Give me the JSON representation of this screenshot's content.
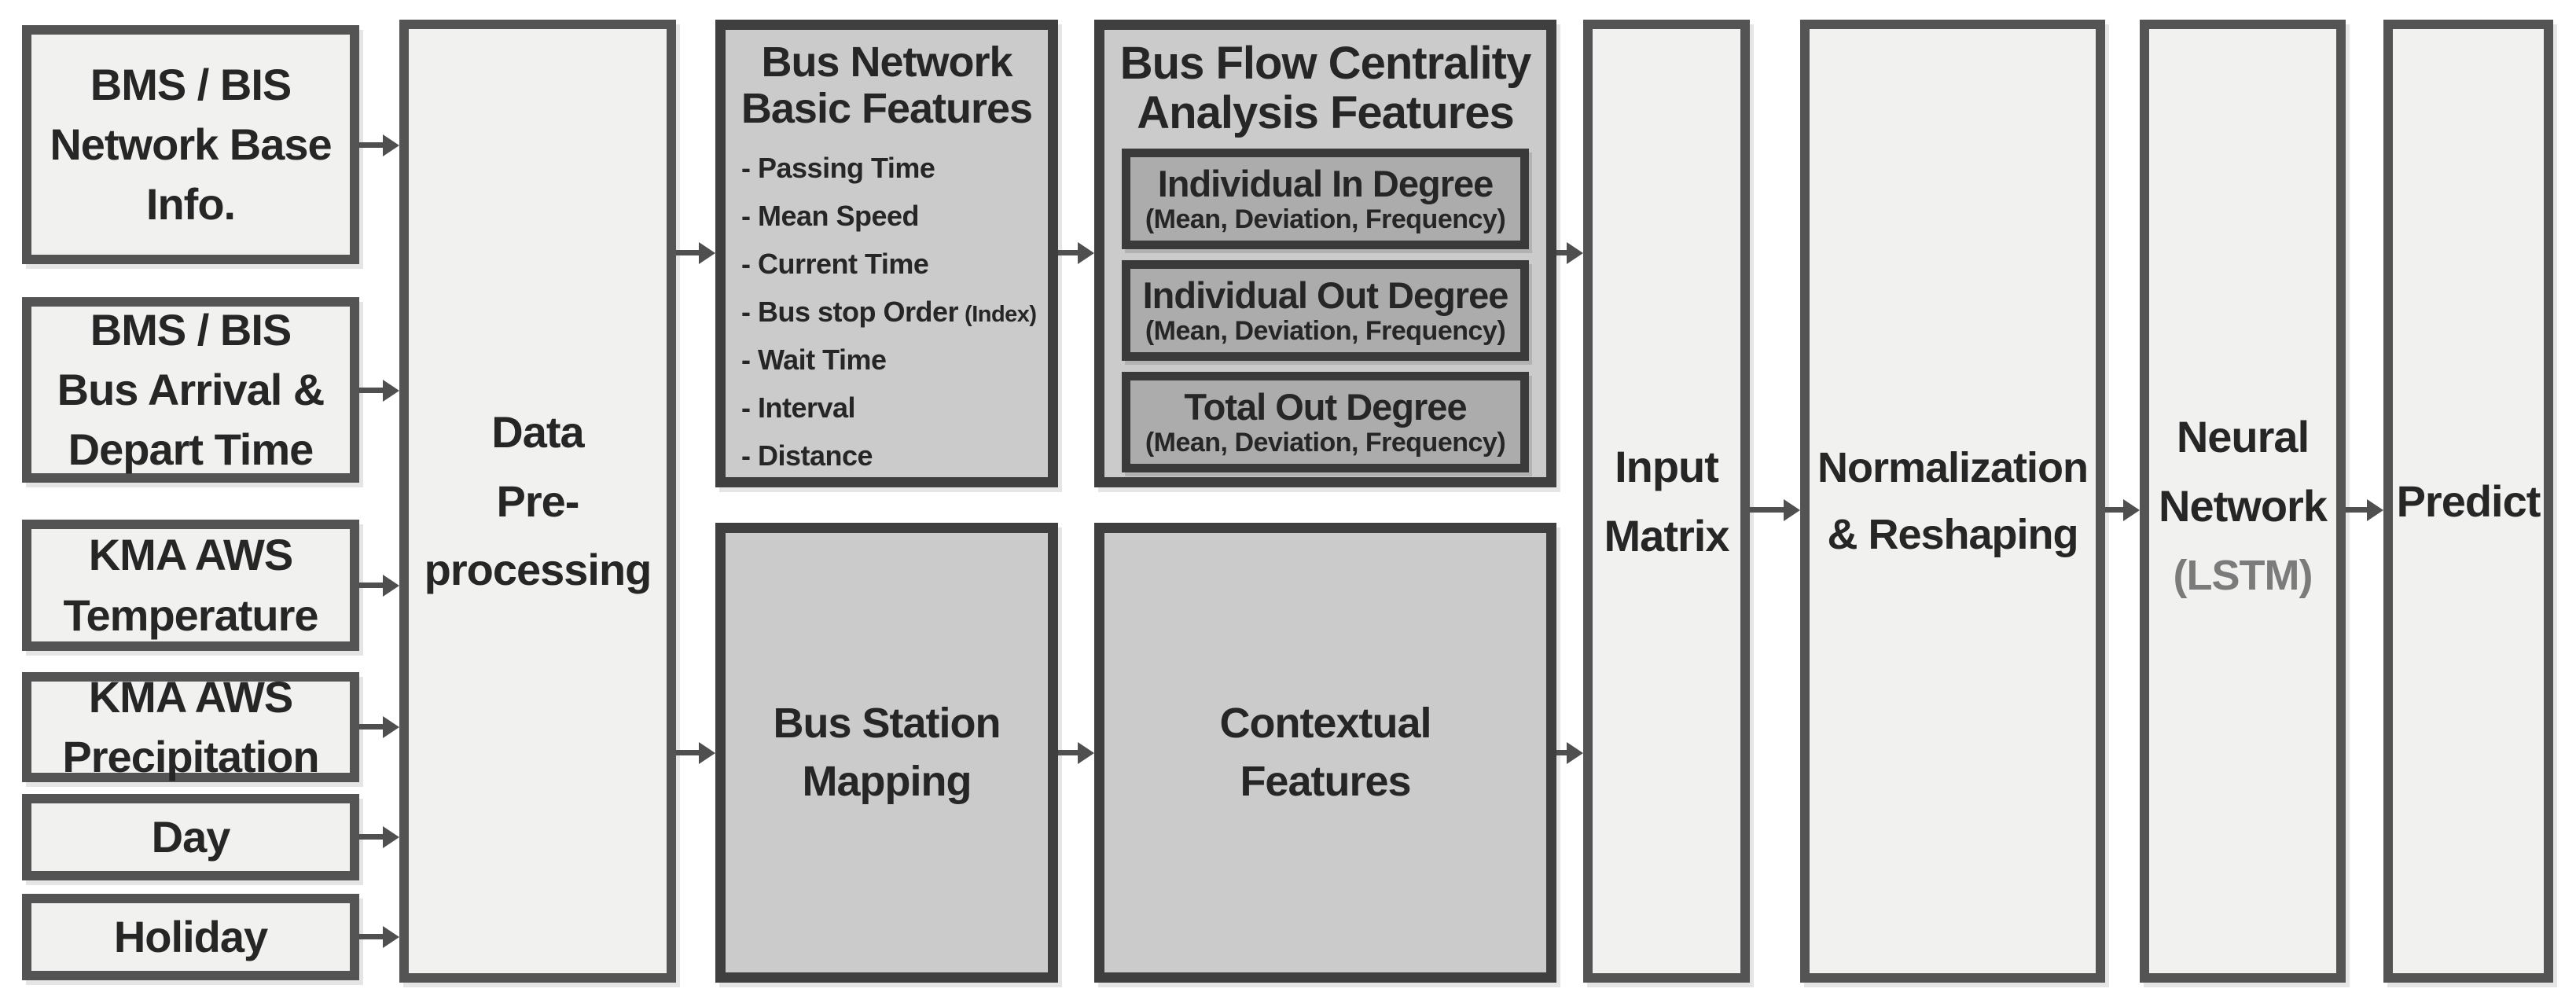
{
  "figure": {
    "inputs": [
      {
        "label": "BMS / BIS\nNetwork Base\nInfo."
      },
      {
        "label": "BMS / BIS\nBus Arrival &\nDepart Time"
      },
      {
        "label": "KMA AWS\nTemperature"
      },
      {
        "label": "KMA AWS\nPrecipitation"
      },
      {
        "label": "Day"
      },
      {
        "label": "Holiday"
      }
    ],
    "preprocessing": {
      "label": "Data\nPre-\nprocessing"
    },
    "basic_features": {
      "title": "Bus Network\nBasic Features",
      "items": [
        {
          "text": "- Passing Time",
          "note": ""
        },
        {
          "text": "- Mean Speed",
          "note": ""
        },
        {
          "text": "- Current Time",
          "note": ""
        },
        {
          "text": "- Bus stop Order",
          "note": "(Index)"
        },
        {
          "text": "- Wait Time",
          "note": ""
        },
        {
          "text": "- Interval",
          "note": ""
        },
        {
          "text": "- Distance",
          "note": ""
        }
      ]
    },
    "station_mapping": {
      "label": "Bus Station\nMapping"
    },
    "centrality": {
      "title": "Bus Flow Centrality\nAnalysis Features",
      "boxes": [
        {
          "title": "Individual In Degree",
          "detail": "(Mean, Deviation, Frequency)"
        },
        {
          "title": "Individual Out Degree",
          "detail": "(Mean, Deviation, Frequency)"
        },
        {
          "title": "Total Out Degree",
          "detail": "(Mean, Deviation, Frequency)"
        }
      ]
    },
    "contextual": {
      "label": "Contextual\nFeatures"
    },
    "input_matrix": {
      "label": "Input\nMatrix"
    },
    "normalization": {
      "label": "Normalization\n& Reshaping"
    },
    "neural_network": {
      "label": "Neural\nNetwork",
      "sublabel": "(LSTM)"
    },
    "predict": {
      "label": "Predict"
    }
  },
  "colors": {
    "light_box_fill": "#f1f1f0",
    "mid_box_fill": "#cbcbcb",
    "sub_box_fill": "#acacac",
    "light_box_border": "#545454",
    "mid_box_border": "#3f3f3f",
    "sub_box_border": "#3a3a3a",
    "arrow": "#4f4f4f",
    "text": "#262626",
    "muted_text": "#7b7b7b"
  }
}
